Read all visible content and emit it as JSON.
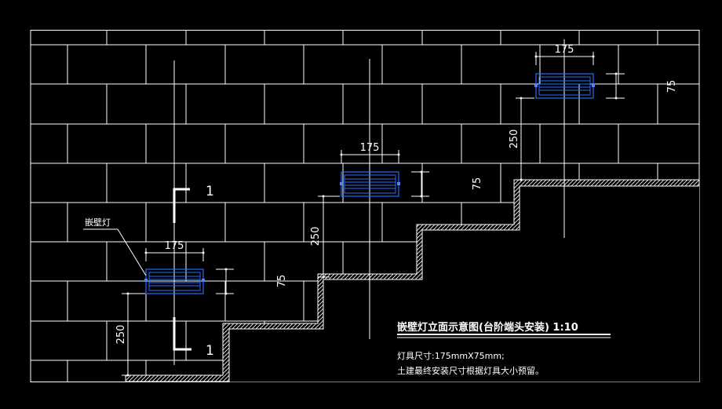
{
  "drawing": {
    "title": "嵌壁灯立面示意图(台阶端头安装) 1:10",
    "note_line_1": "灯具尺寸:175mmX75mm;",
    "note_line_2": "土建最终安装尺寸根据灯具大小预留。",
    "fixture_label": "嵌壁灯",
    "section_mark": "1",
    "dimensions": {
      "lamp_width": "175",
      "lamp_height": "75",
      "mount_height": "250"
    },
    "colors": {
      "background": "#000000",
      "lines": "#ffffff",
      "lamp": "#2a6cff",
      "grip": "#3b8cff"
    }
  }
}
